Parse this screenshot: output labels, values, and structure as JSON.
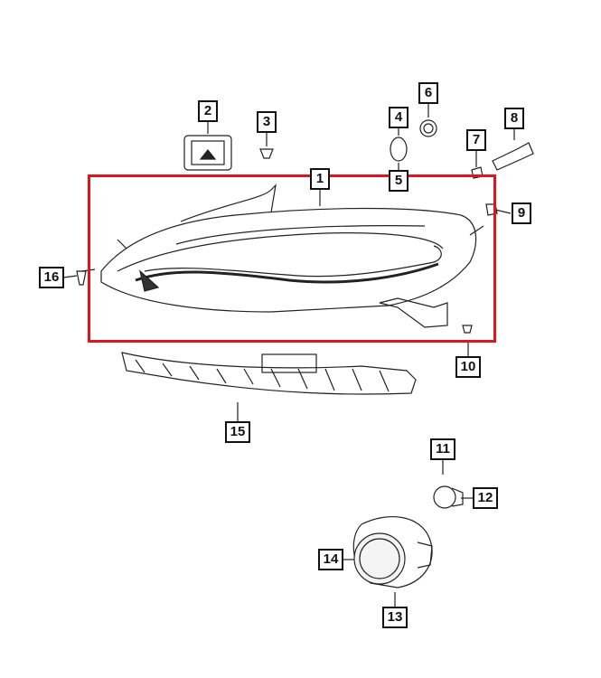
{
  "diagram": {
    "highlight_color": "#e0141e",
    "highlighted_part": "1",
    "callouts": [
      {
        "id": "c1",
        "label": "1"
      },
      {
        "id": "c2",
        "label": "2"
      },
      {
        "id": "c3",
        "label": "3"
      },
      {
        "id": "c4",
        "label": "4"
      },
      {
        "id": "c5",
        "label": "5"
      },
      {
        "id": "c6",
        "label": "6"
      },
      {
        "id": "c7",
        "label": "7"
      },
      {
        "id": "c8",
        "label": "8"
      },
      {
        "id": "c9",
        "label": "9"
      },
      {
        "id": "c10",
        "label": "10"
      },
      {
        "id": "c11",
        "label": "11"
      },
      {
        "id": "c12",
        "label": "12"
      },
      {
        "id": "c13",
        "label": "13"
      },
      {
        "id": "c14",
        "label": "14"
      },
      {
        "id": "c15",
        "label": "15"
      },
      {
        "id": "c16",
        "label": "16"
      }
    ]
  }
}
